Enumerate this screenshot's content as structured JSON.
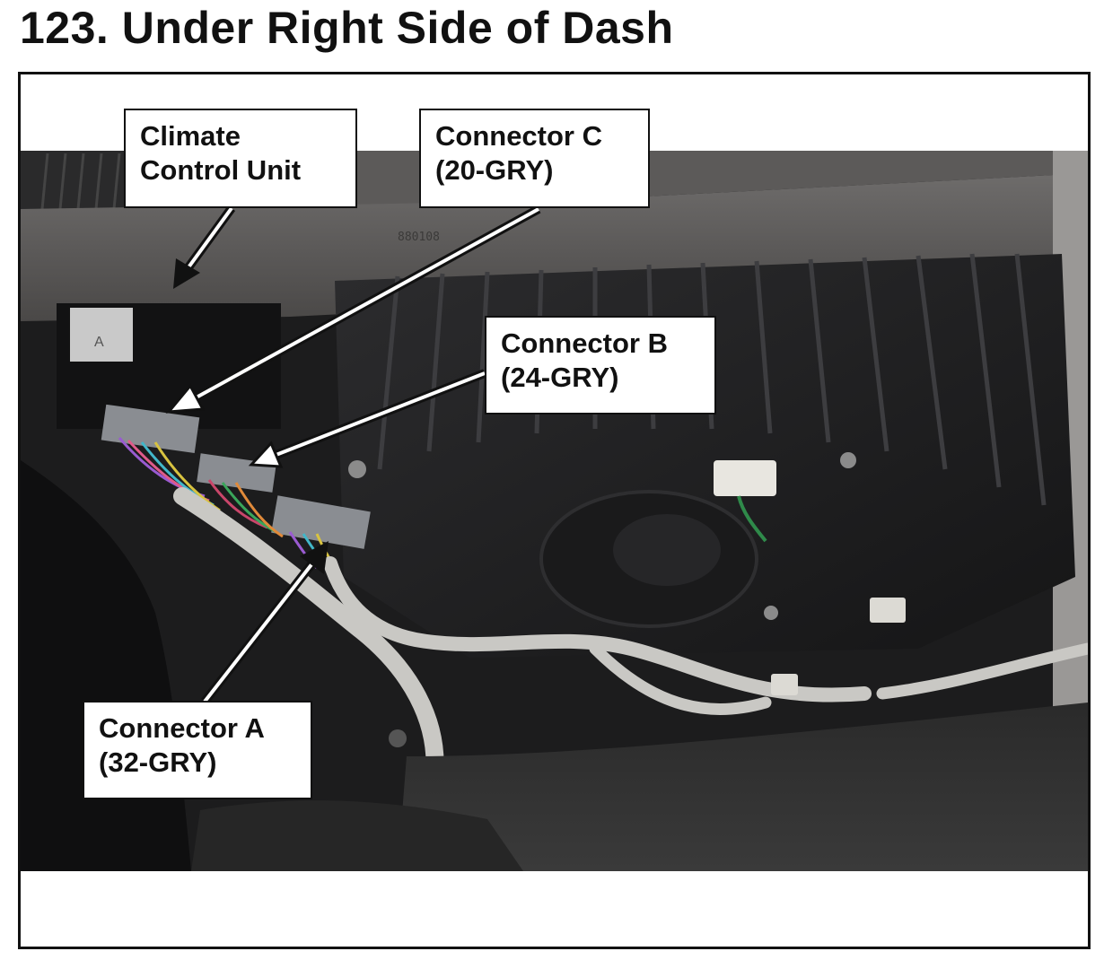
{
  "title": "123.  Under Right Side of Dash",
  "photo": {
    "description_icon": "photo-under-dash-icon",
    "module_label": "A"
  },
  "callouts": {
    "climate_control_unit": {
      "line1": "Climate",
      "line2": "Control Unit"
    },
    "connector_c": {
      "line1": "Connector C",
      "line2": "(20-GRY)"
    },
    "connector_b": {
      "line1": "Connector B",
      "line2": "(24-GRY)"
    },
    "connector_a": {
      "line1": "Connector A",
      "line2": "(32-GRY)"
    }
  },
  "colors": {
    "frame": "#111111",
    "arrow_fill": "#ffffff",
    "arrow_stroke": "#111111"
  }
}
